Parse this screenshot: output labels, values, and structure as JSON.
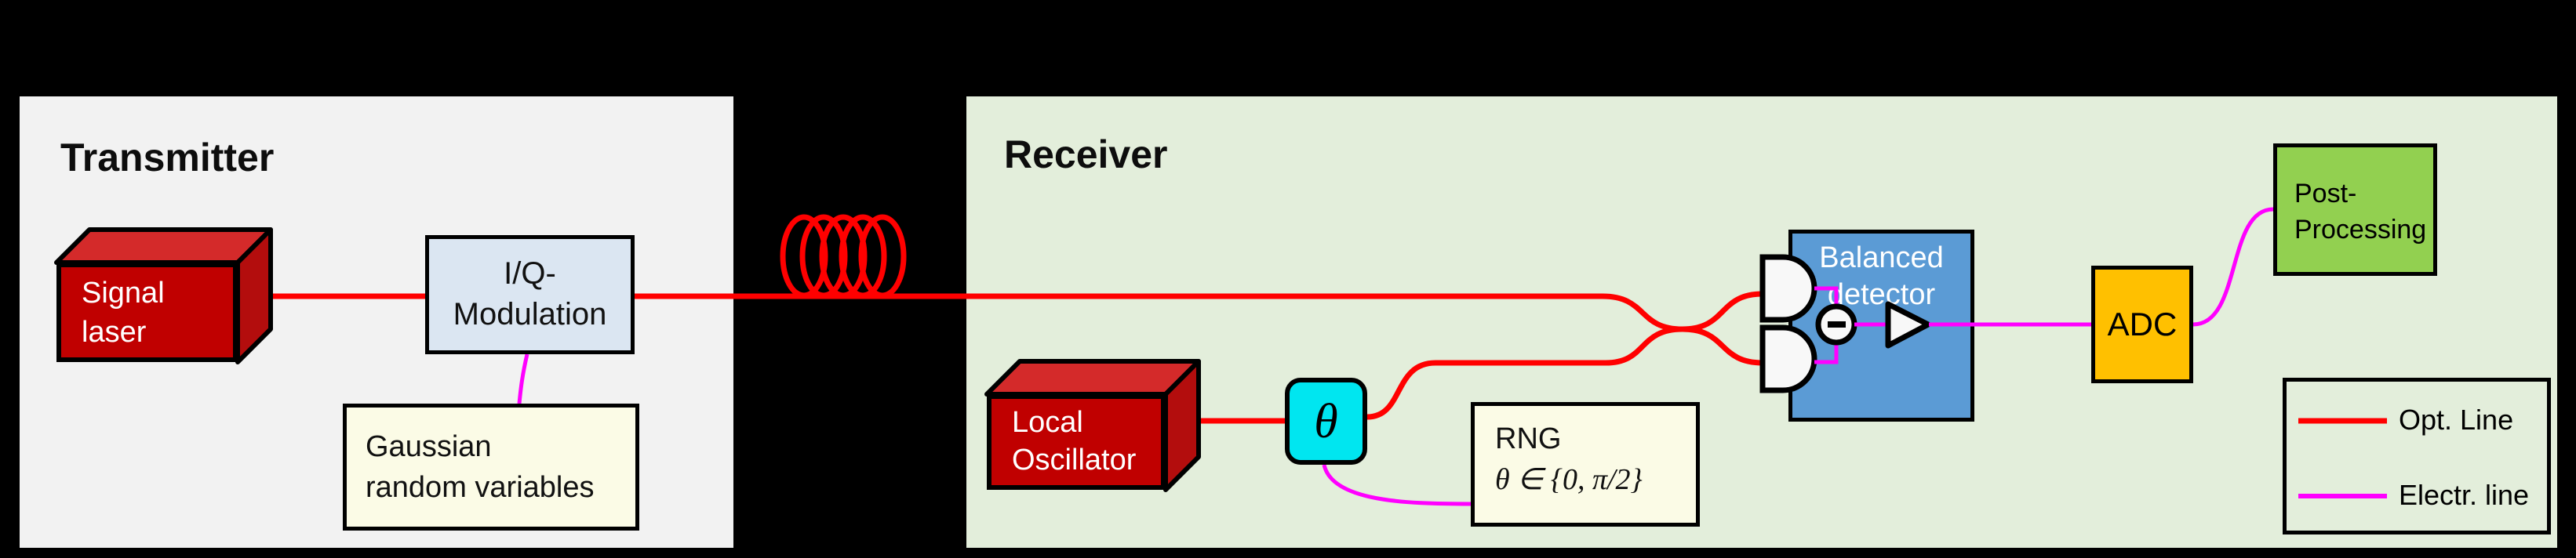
{
  "transmitter_panel": {
    "title": "Transmitter",
    "signal_laser": {
      "line1": "Signal",
      "line2": "laser"
    },
    "iq_modulation": {
      "line1": "I/Q-",
      "line2": "Modulation"
    },
    "gaussian_box": {
      "line1": "Gaussian",
      "line2": "random variables"
    }
  },
  "receiver_panel": {
    "title": "Receiver",
    "local_oscillator": {
      "line1": "Local",
      "line2": "Oscillator"
    },
    "phase_shifter_symbol": "θ",
    "rng_box": {
      "line1": "RNG",
      "line2": "θ ∈ {0, π/2}"
    },
    "balanced_detector": {
      "line1": "Balanced",
      "line2": "detector"
    },
    "adc_label": "ADC",
    "post_processing": {
      "line1": "Post-",
      "line2": "Processing"
    }
  },
  "legend": {
    "items": [
      {
        "label": "Opt. Line",
        "color": "#ff0000"
      },
      {
        "label": "Electr. line",
        "color": "#ff00ff"
      }
    ]
  },
  "colors": {
    "optical_line": "#ff0000",
    "electrical_line": "#ff00ff",
    "laser_fill": "#c00000",
    "iq_fill": "#dbe6f2",
    "note_fill": "#fbfbe6",
    "phase_shifter_fill": "#00e6f0",
    "balanced_detector_fill": "#5b9bd5",
    "adc_fill": "#ffc000",
    "post_processing_fill": "#92d050",
    "transmitter_bg": "#f2f2f2",
    "receiver_bg": "#e3eedb"
  }
}
